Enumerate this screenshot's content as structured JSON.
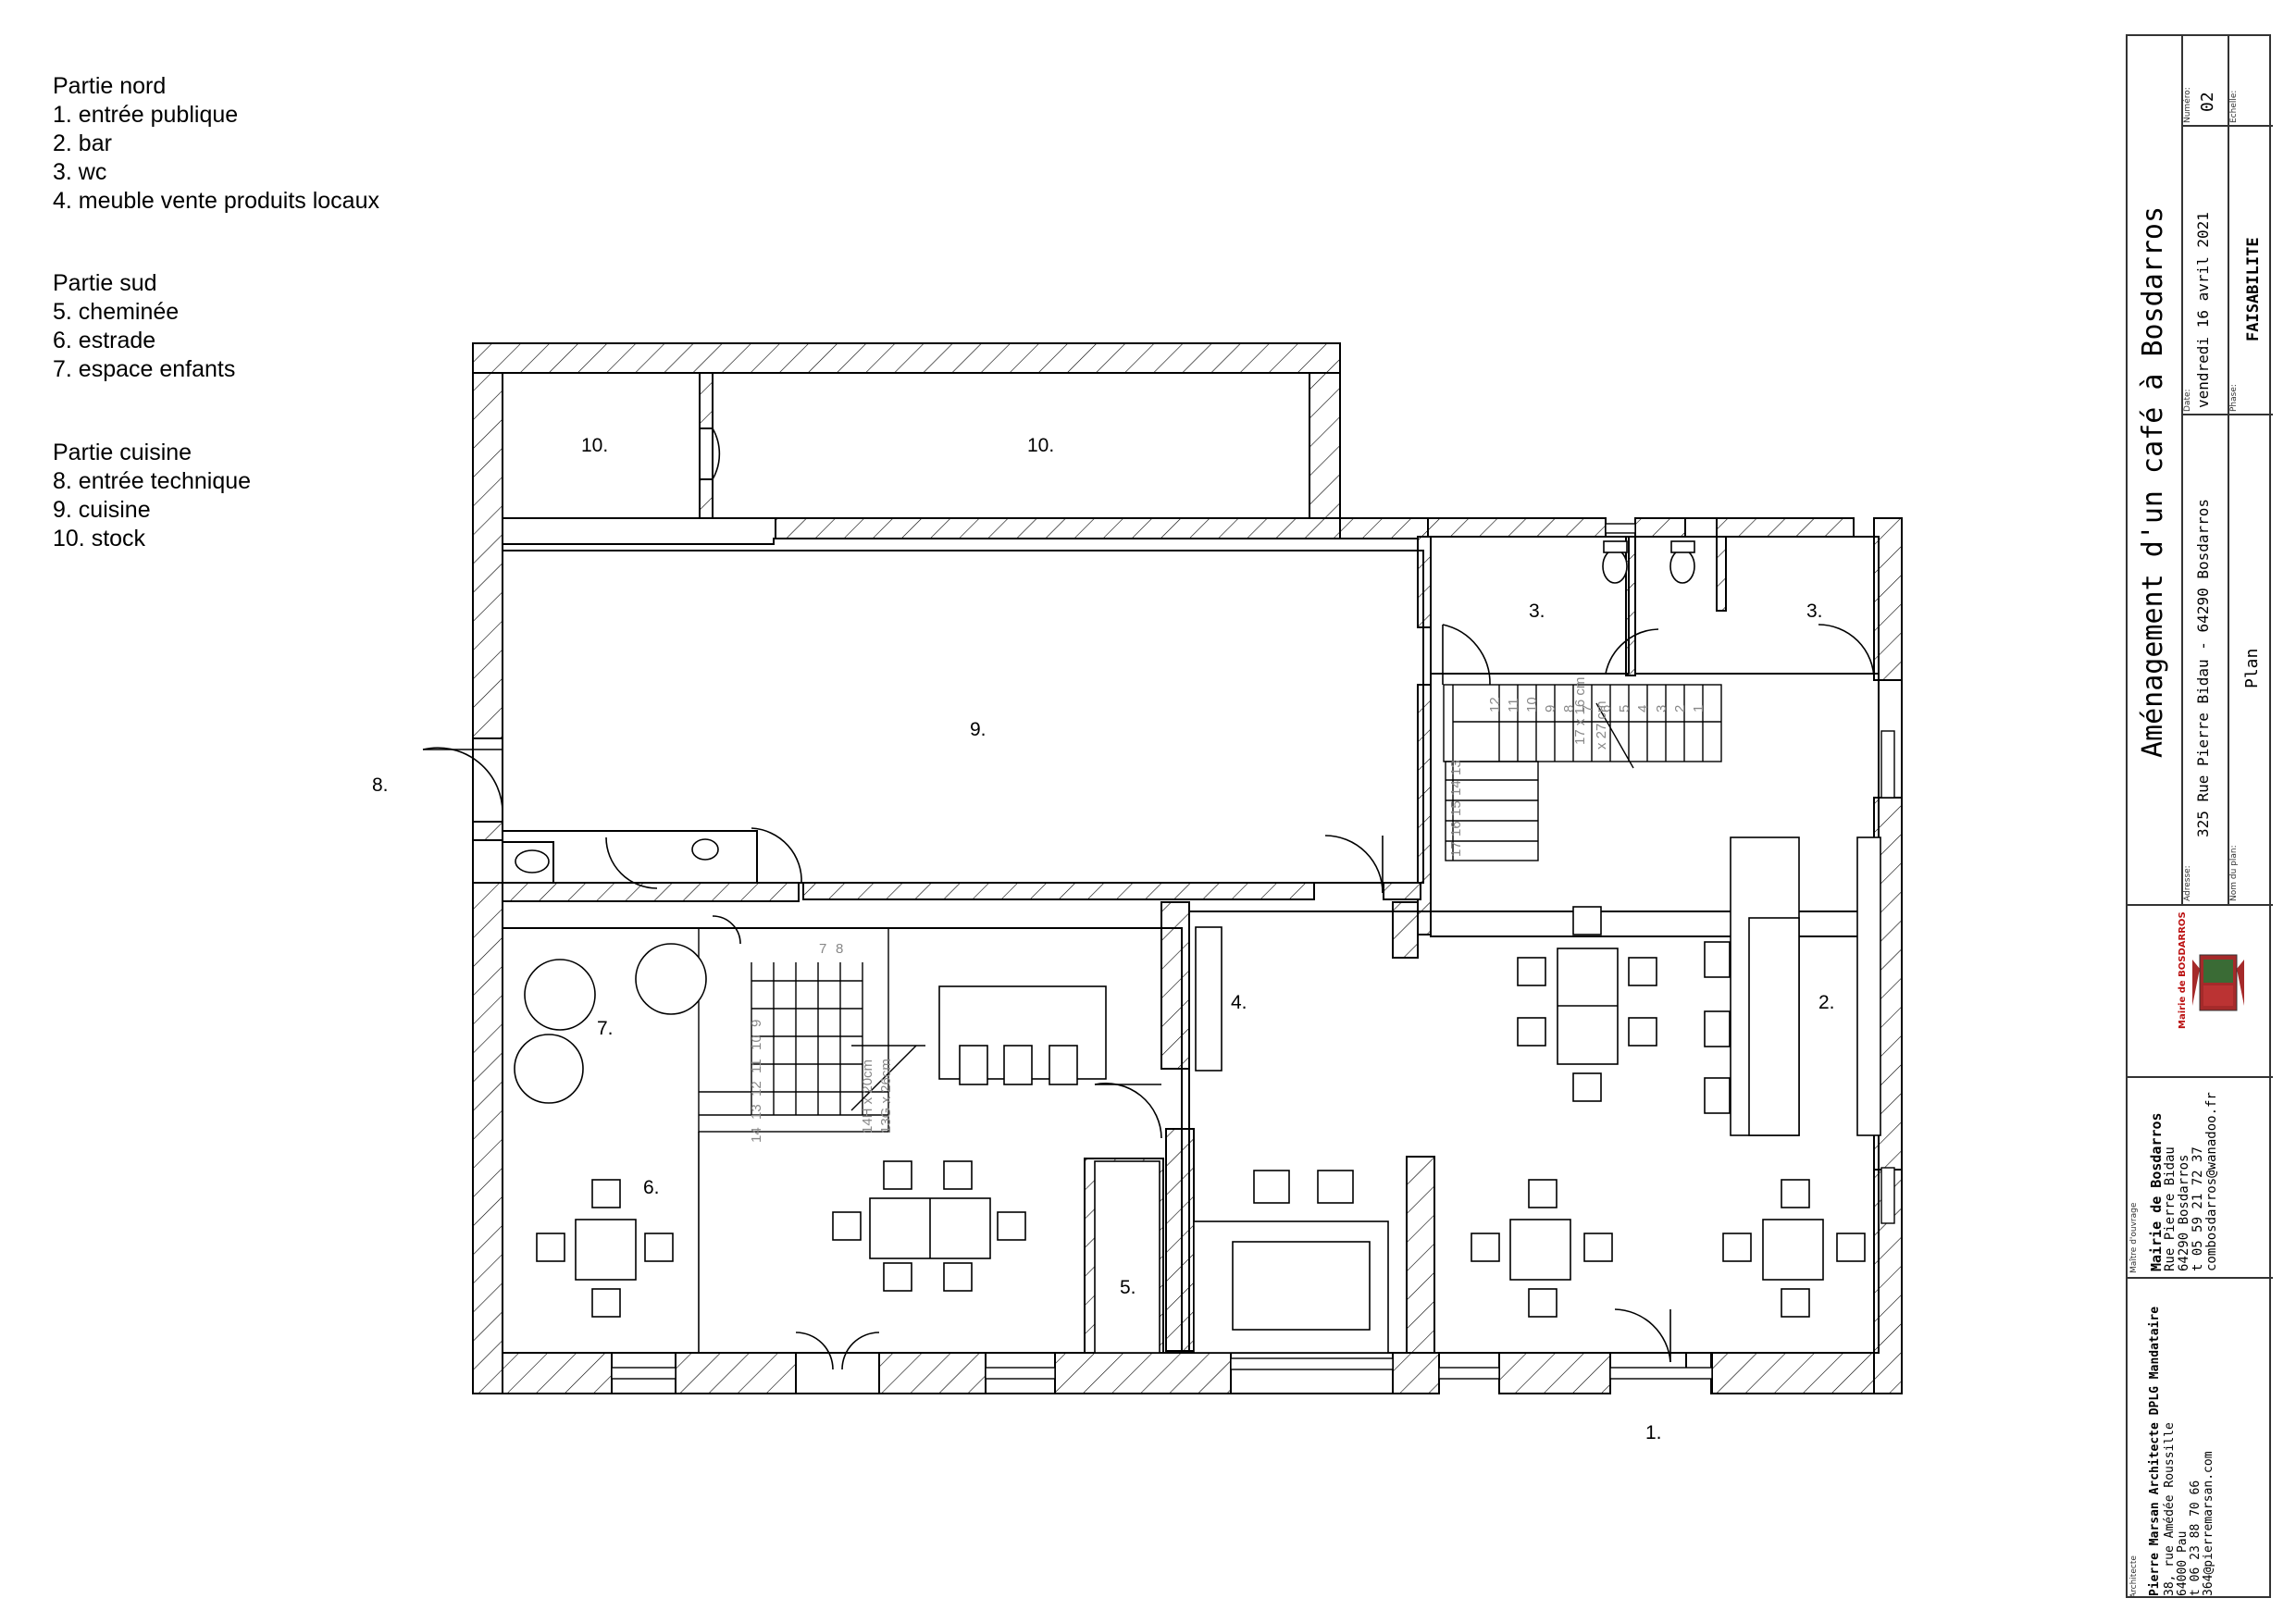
{
  "legend": {
    "nord": {
      "title": "Partie nord",
      "items": [
        "1. entrée publique",
        "2. bar",
        "3. wc",
        "4. meuble vente produits locaux"
      ]
    },
    "sud": {
      "title": "Partie sud",
      "items": [
        "5. cheminée",
        "6. estrade",
        "7. espace enfants"
      ]
    },
    "cuisine": {
      "title": "Partie cuisine",
      "items": [
        "8. entrée technique",
        "9. cuisine",
        "10. stock"
      ]
    }
  },
  "plan": {
    "labels": {
      "stock_a": "10.",
      "stock_b": "10.",
      "kitchen": "9.",
      "tech_entry": "8.",
      "wc_a": "3.",
      "wc_b": "3.",
      "bar": "2.",
      "shop_furniture": "4.",
      "kids": "7.",
      "stage": "6.",
      "fireplace": "5.",
      "public_entry": "1."
    },
    "stair_upper_steps": [
      "12",
      "11",
      "10",
      "9",
      "8",
      "7",
      "6",
      "5",
      "4",
      "3",
      "2",
      "1"
    ],
    "stair_upper_note": [
      "17 x 16 cm",
      "x 27 cm"
    ],
    "stair_upper_side": [
      "13",
      "14",
      "15",
      "16",
      "17"
    ],
    "stair_lower_steps": [
      "7",
      "8",
      "9",
      "10",
      "11",
      "12",
      "13",
      "14"
    ],
    "stair_lower_note": [
      "14H x 20cm",
      "13G x 26cm"
    ]
  },
  "title_block": {
    "project_title": "Aménagement d'un café à Bosdarros",
    "address_caption": "Adresse:",
    "address": "325 Rue Pierre Bidau - 64290 Bosdarros",
    "date_caption": "Date:",
    "date": "vendredi 16 avril 2021",
    "number_caption": "Numéro:",
    "number": "02",
    "plan_name_caption": "Nom du plan:",
    "plan_name": "Plan",
    "phase_caption": "Phase:",
    "phase": "FAISABILITE",
    "scale_caption": "Echelle:",
    "client_caption": "Maître d'ouvrage",
    "client_name": "Mairie de Bosdarros",
    "client_lines": [
      "Rue Pierre Bidau",
      "64290 Bosdarros",
      "t 05 59 21 72 37",
      "combosdarros@wanadoo.fr"
    ],
    "architect_caption": "Architecte",
    "architect_name": "Pierre Marsan Architecte DPLG Mandataire",
    "architect_lines": [
      "38, rue Amédée Roussille",
      "64000 Pau",
      "t 06 23 88 70 66",
      "364@pierremarsan.com"
    ],
    "logo_text": "Mairie de BOSDARROS"
  }
}
